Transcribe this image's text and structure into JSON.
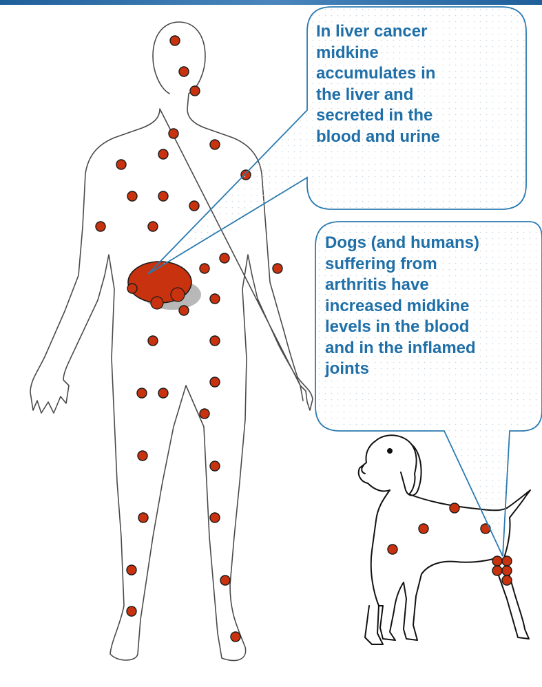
{
  "callouts": {
    "liver": {
      "lines": [
        "In liver cancer",
        "midkine",
        "accumulates in",
        "the liver and",
        "secreted in the",
        "blood and urine"
      ]
    },
    "arthritis": {
      "lines": [
        "Dogs (and humans)",
        "suffering from",
        "arthritis have",
        "increased midkine",
        "levels in the blood",
        "and in the inflamed",
        "joints"
      ]
    }
  },
  "colors": {
    "marker_fill": "#c8320e",
    "marker_stroke": "#1a1a1a",
    "liver_fill": "#c8320e",
    "liver_shadow": "#9a9a9a",
    "callout_text": "#1f6fa8",
    "callout_border": "#2b7ab0",
    "callout_fill": "#e6eef5",
    "banner": "#1f5f9a"
  },
  "icons": {
    "human": "human-body-outline-icon",
    "dog": "dog-outline-icon",
    "liver": "liver-icon",
    "marker": "midkine-dot-icon"
  }
}
